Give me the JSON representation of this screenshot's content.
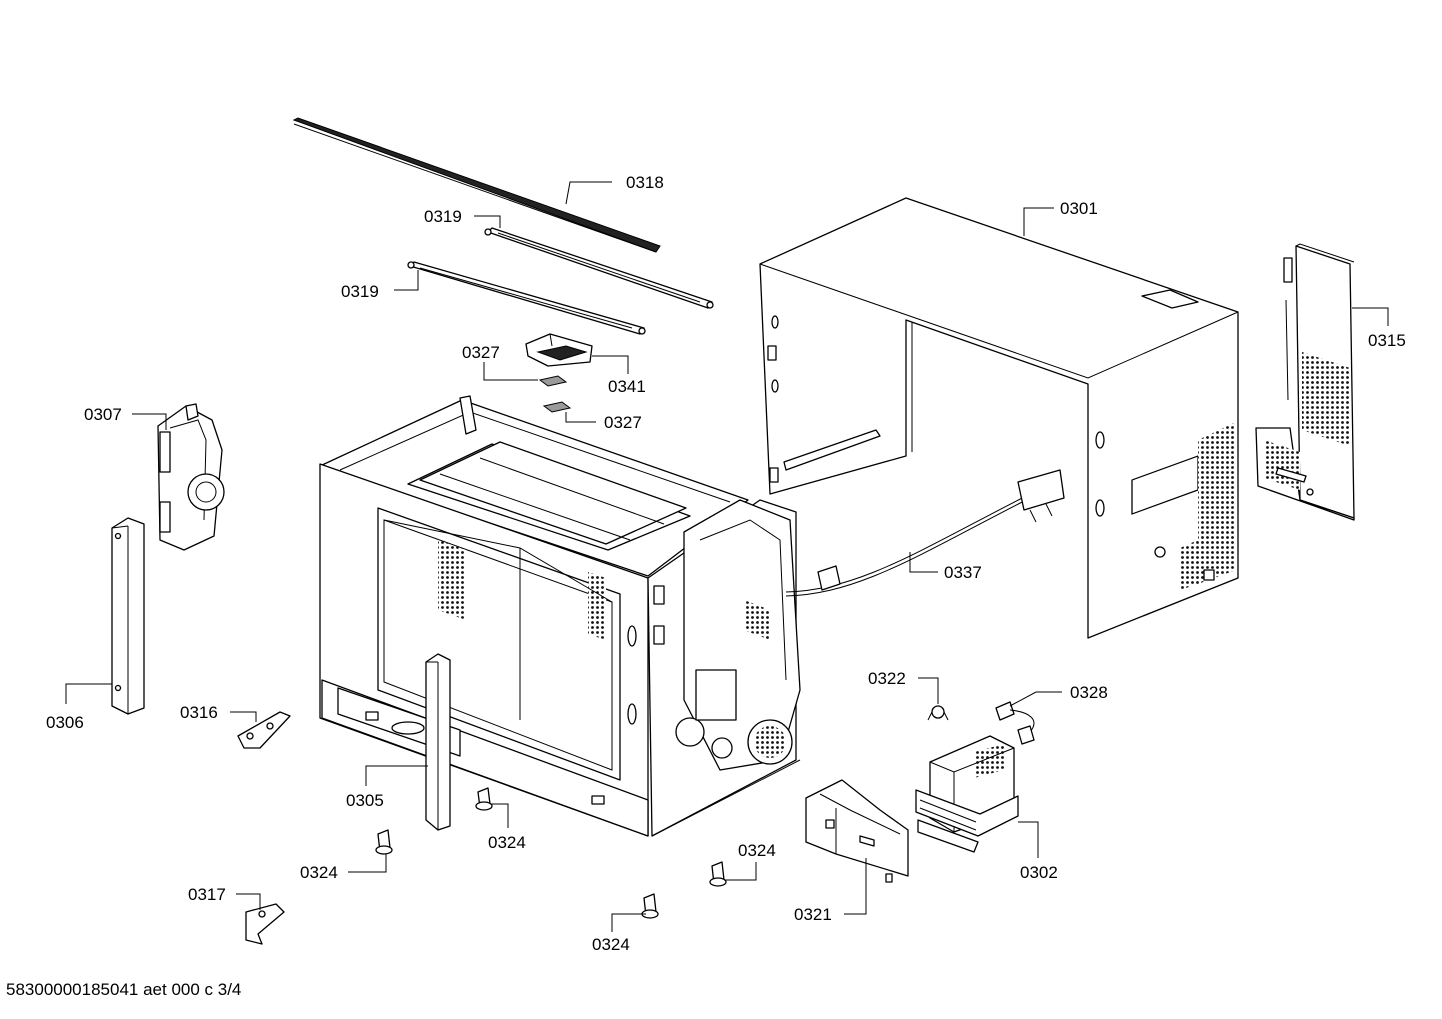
{
  "diagram": {
    "callouts": [
      {
        "id": "c-0318",
        "label": "0318"
      },
      {
        "id": "c-0319a",
        "label": "0319"
      },
      {
        "id": "c-0319b",
        "label": "0319"
      },
      {
        "id": "c-0301",
        "label": "0301"
      },
      {
        "id": "c-0315",
        "label": "0315"
      },
      {
        "id": "c-0327a",
        "label": "0327"
      },
      {
        "id": "c-0341",
        "label": "0341"
      },
      {
        "id": "c-0327b",
        "label": "0327"
      },
      {
        "id": "c-0307",
        "label": "0307"
      },
      {
        "id": "c-0337",
        "label": "0337"
      },
      {
        "id": "c-0306",
        "label": "0306"
      },
      {
        "id": "c-0316",
        "label": "0316"
      },
      {
        "id": "c-0322",
        "label": "0322"
      },
      {
        "id": "c-0328",
        "label": "0328"
      },
      {
        "id": "c-0305",
        "label": "0305"
      },
      {
        "id": "c-0324a",
        "label": "0324"
      },
      {
        "id": "c-0324b",
        "label": "0324"
      },
      {
        "id": "c-0324c",
        "label": "0324"
      },
      {
        "id": "c-0324d",
        "label": "0324"
      },
      {
        "id": "c-0302",
        "label": "0302"
      },
      {
        "id": "c-0321",
        "label": "0321"
      },
      {
        "id": "c-0317",
        "label": "0317"
      }
    ]
  },
  "footer": {
    "document_code": "58300000185041 aet 000 c 3/4"
  }
}
